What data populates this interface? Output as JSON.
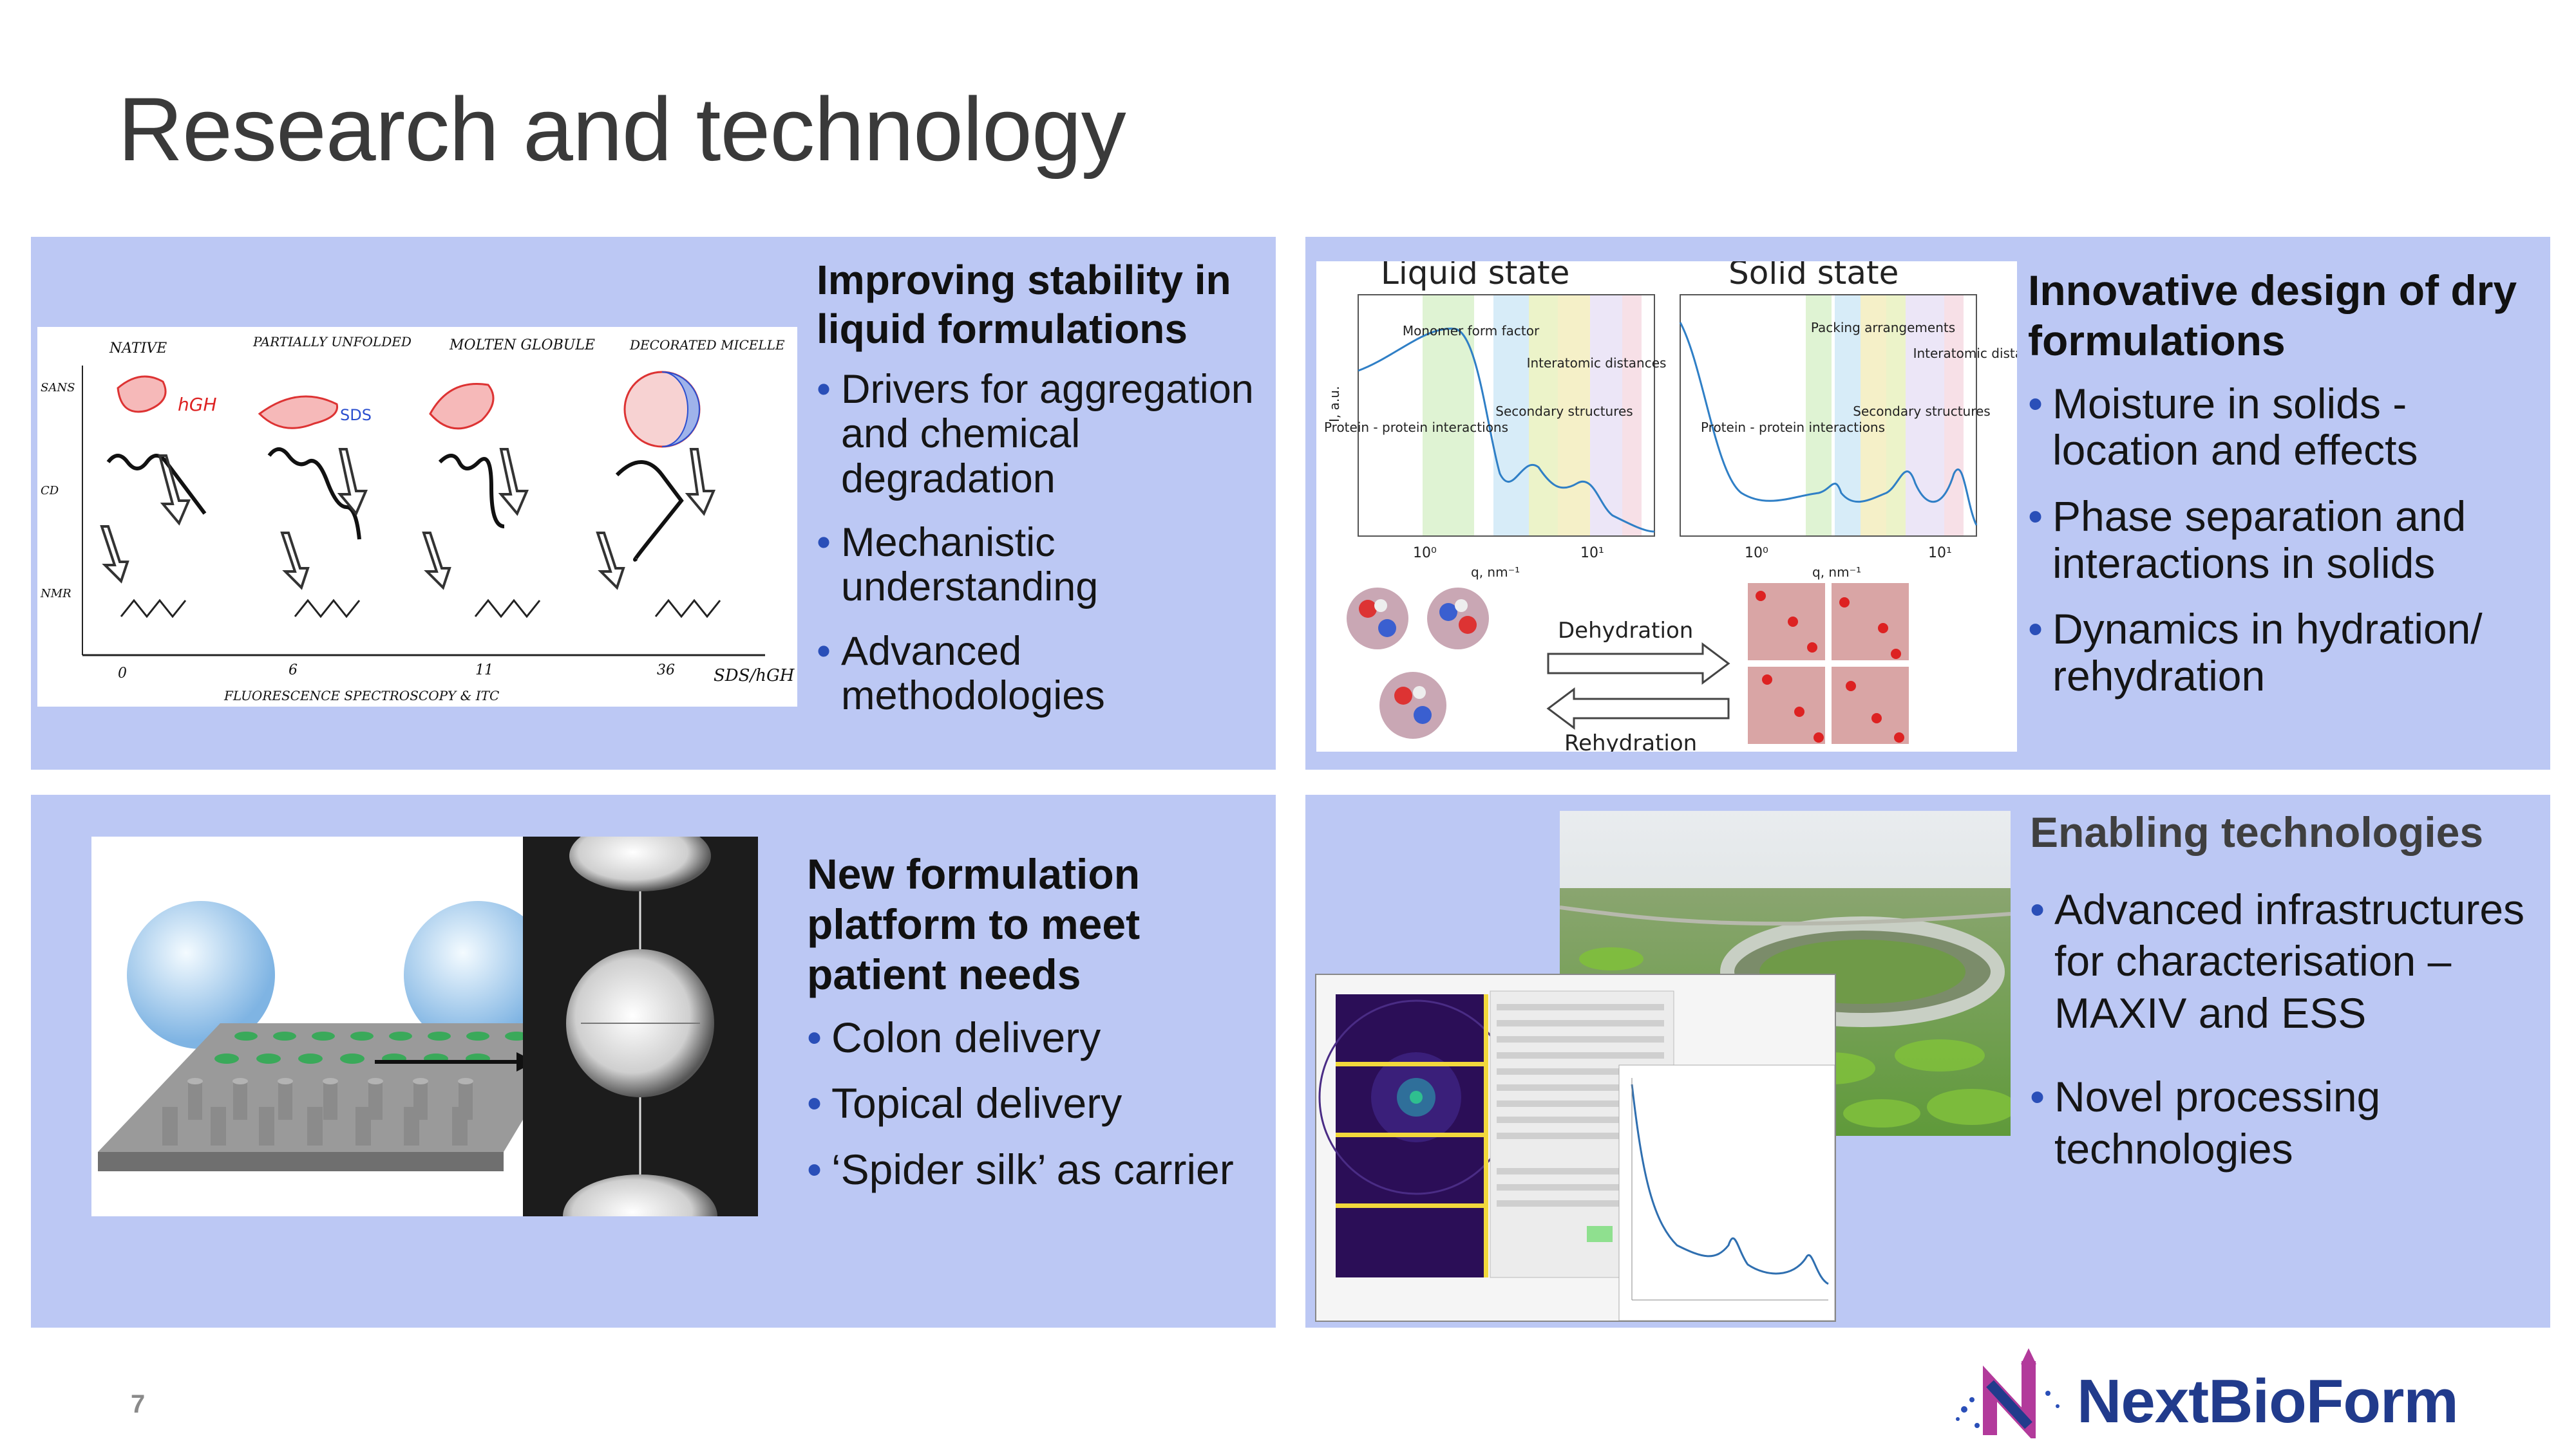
{
  "page": {
    "title": "Research and technology",
    "page_number": "7",
    "logo_text": "NextBioForm"
  },
  "panels": [
    {
      "heading": "Improving stability in liquid formulations",
      "bullets": [
        "Drivers for aggregation and chemical degradation",
        "Mechanistic understanding",
        "Advanced methodologies"
      ],
      "figure": {
        "col_labels": [
          "NATIVE",
          "PARTIALLY UNFOLDED",
          "MOLTEN GLOBULE",
          "DECORATED MICELLE"
        ],
        "row_labels": [
          "SANS",
          "CD",
          "NMR"
        ],
        "tick_labels": [
          "0",
          "6",
          "11",
          "36"
        ],
        "x_label": "FLUORESCENCE SPECTROSCOPY & ITC",
        "axis_label": "SDS/hGH",
        "markers": [
          "hGH",
          "SDS"
        ]
      }
    },
    {
      "heading": "Innovative design of dry formulations",
      "bullets": [
        "Moisture in solids - location and effects",
        "Phase separation and interactions in solids",
        "Dynamics in hydration/ rehydration"
      ],
      "figure": {
        "plot_titles": [
          "Liquid state",
          "Solid state"
        ],
        "y_label": "I, a.u.",
        "x_label": "q, nm⁻¹",
        "ticks": [
          "10⁰",
          "10¹"
        ],
        "liquid_annotations": [
          "Monomer form factor",
          "Interatomic distances",
          "Secondary structures",
          "Protein - protein interactions"
        ],
        "solid_annotations": [
          "Packing arrangements",
          "Interatomic distances",
          "Secondary structures",
          "Protein - protein interactions"
        ],
        "arrows": [
          "Dehydration",
          "Rehydration"
        ]
      }
    },
    {
      "heading": "New formulation platform to meet patient needs",
      "bullets": [
        "Colon delivery",
        "Topical delivery",
        "‘Spider silk’ as carrier"
      ]
    },
    {
      "heading": "Enabling technologies",
      "bullets": [
        "Advanced infrastructures  for characterisation – MAXIV and ESS",
        "Novel processing technologies"
      ]
    }
  ],
  "colors": {
    "panel_bg": "#bcc8f4",
    "bullet": "#2a4fb8",
    "logo": "#213b8c",
    "title": "#3a3a3a"
  }
}
